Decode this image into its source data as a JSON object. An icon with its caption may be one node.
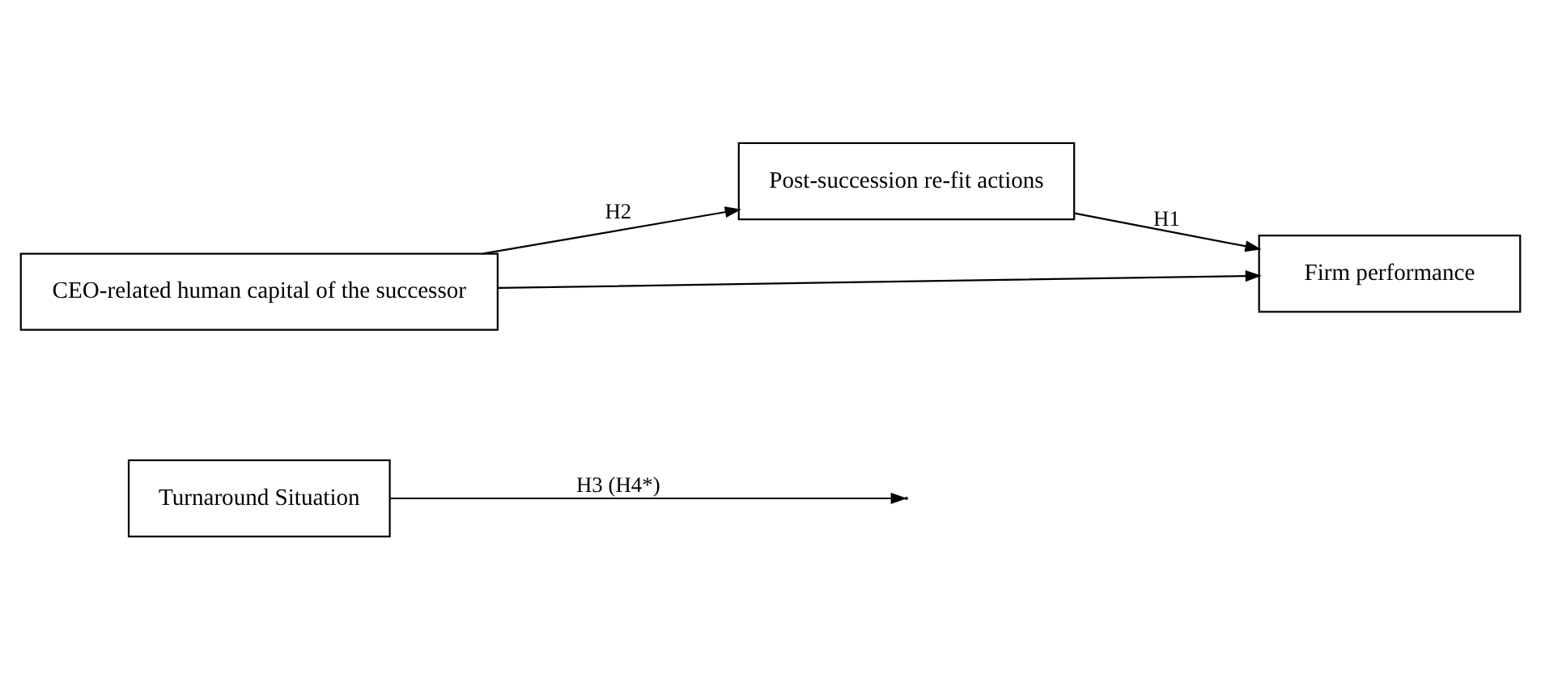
{
  "diagram": {
    "nodes": [
      {
        "text": [
          "Turnaround Situation"
        ]
      },
      {
        "text": [
          "Post-succession re-fit actions"
        ]
      },
      {
        "text": [
          "CEO-related human capital of the successor"
        ]
      },
      {
        "text": [
          "Firm performance"
        ]
      }
    ],
    "edges": [
      {
        "from": 2,
        "to": 1,
        "arrow": "to",
        "label": "H2"
      },
      {
        "from": 1,
        "to": 3,
        "arrow": "to",
        "label": "H1"
      },
      {
        "from": 2,
        "to": 3,
        "arrow": "to"
      },
      {
        "from": 0,
        "to": null,
        "arrow": "to",
        "label": "H3 (H4*)"
      }
    ]
  }
}
